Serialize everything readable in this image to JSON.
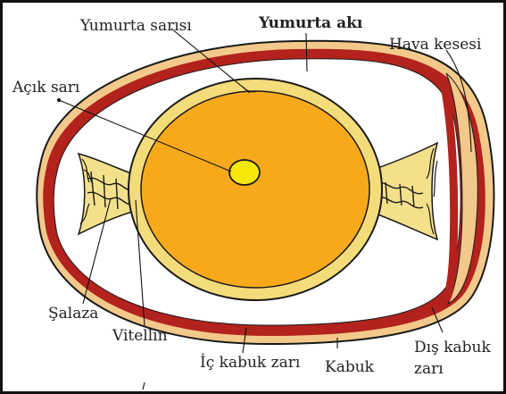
{
  "diagram": {
    "labels": {
      "yumurta_sarisi": "Yumurta sarısı",
      "yumurta_aki": "Yumurta akı",
      "hava_kesesi": "Hava kesesi",
      "acik_sari": "Açık sarı",
      "salaza": "Şalaza",
      "vitellin": "Vitellin",
      "ic_kabuk_zari": "İç kabuk zarı",
      "kabuk": "Kabuk",
      "dis_kabuk_zari_1": "Dış kabuk",
      "dis_kabuk_zari_2": "zarı"
    },
    "colors": {
      "shell_outer": "#f2c98a",
      "shell_band": "#b3221c",
      "albumen": "#ffffff",
      "chalaza": "#f3e08a",
      "yolk_ring": "#f5dc7a",
      "yolk": "#f7a91c",
      "germinal_disc": "#f5e70a",
      "outline": "#1a1a1a"
    }
  }
}
